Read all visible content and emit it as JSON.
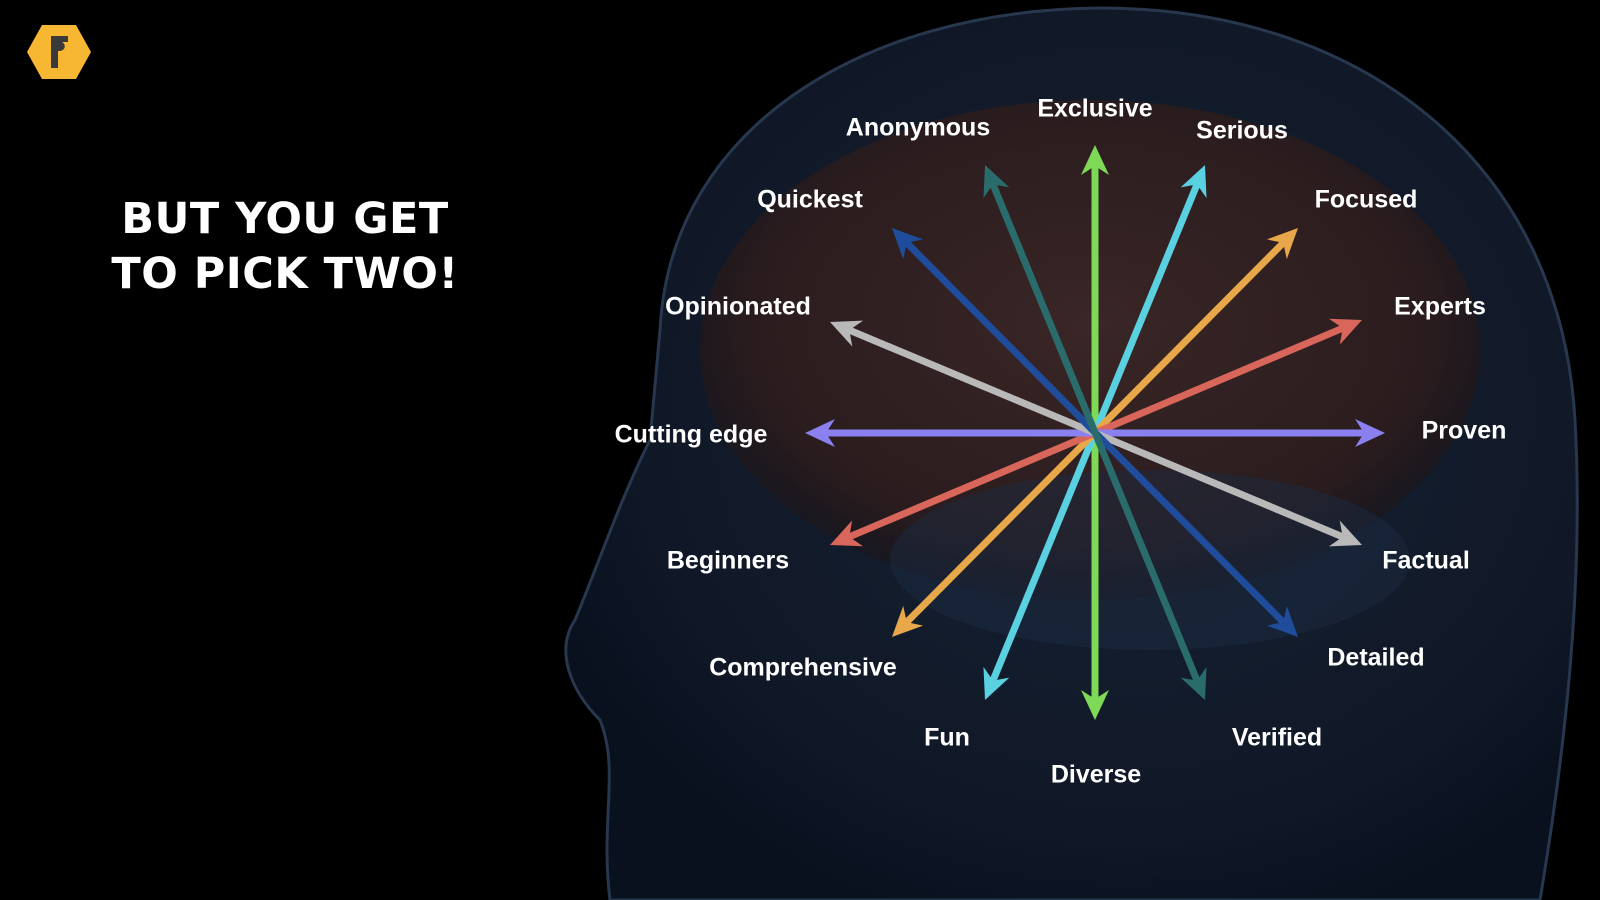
{
  "logo": {
    "letter": "F",
    "color": "#f7b733"
  },
  "title": {
    "line1": "BUT YOU GET",
    "line2": "TO PICK TWO!"
  },
  "axes": [
    {
      "from": "Exclusive",
      "to": "Diverse",
      "color": "#7ed957"
    },
    {
      "from": "Serious",
      "to": "Fun",
      "color": "#5ad1e0"
    },
    {
      "from": "Focused",
      "to": "Comprehensive",
      "color": "#e8a84a"
    },
    {
      "from": "Experts",
      "to": "Beginners",
      "color": "#d9665a"
    },
    {
      "from": "Proven",
      "to": "Cutting edge",
      "color": "#8a80f0"
    },
    {
      "from": "Factual",
      "to": "Opinionated",
      "color": "#b9b9b9"
    },
    {
      "from": "Detailed",
      "to": "Quickest",
      "color": "#1f4d9c"
    },
    {
      "from": "Verified",
      "to": "Anonymous",
      "color": "#2a6b6b"
    }
  ]
}
